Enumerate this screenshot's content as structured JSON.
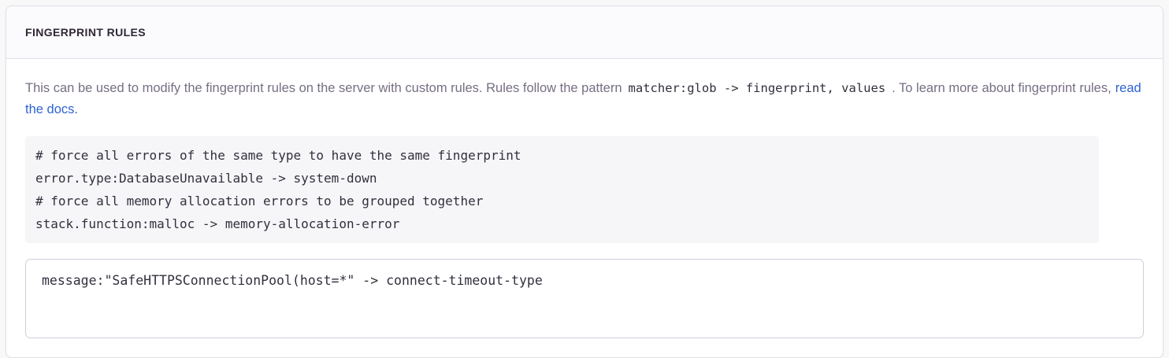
{
  "panel": {
    "title": "FINGERPRINT RULES",
    "description": {
      "part1": "This can be used to modify the fingerprint rules on the server with custom rules. Rules follow the pattern",
      "pattern_code": "matcher:glob -> fingerprint, values",
      "part2": ". To learn more about fingerprint rules,",
      "link_label": "read the docs."
    },
    "example_rules": "# force all errors of the same type to have the same fingerprint\nerror.type:DatabaseUnavailable -> system-down\n# force all memory allocation errors to be grouped together\nstack.function:malloc -> memory-allocation-error",
    "rules_input": {
      "value": "message:\"SafeHTTPSConnectionPool(host=*\" -> connect-timeout-type"
    },
    "colors": {
      "link_blue": "#2e63d4",
      "header_text": "#2f2936",
      "body_text": "#776e84",
      "code_text": "#332f3d",
      "panel_border": "#e2dee6",
      "code_background": "#f6f6f8"
    }
  }
}
